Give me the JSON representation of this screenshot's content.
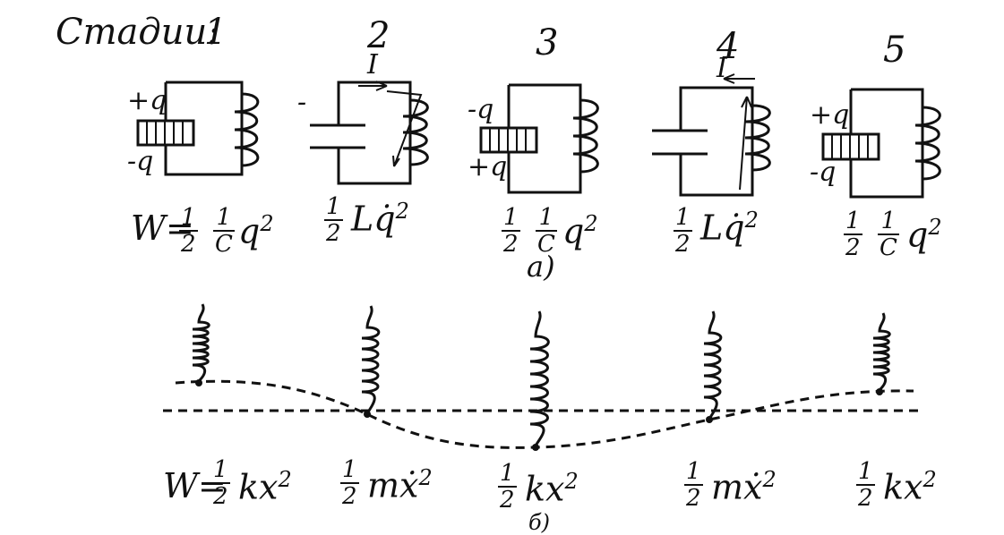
{
  "header": {
    "stages_label": "Стадии:",
    "stage_numbers": [
      "1",
      "2",
      "3",
      "4",
      "5"
    ]
  },
  "circuits": {
    "charge_pos": "+q",
    "charge_neg": "-q",
    "minus_sign": "-",
    "current_label": "I",
    "energy_prefix": "W=",
    "frac_num": "1",
    "frac_den_2": "2",
    "frac_den_c": "C",
    "q_sq": "q",
    "l_qdot_sq": "Lq̇",
    "exp": "2",
    "panel_label": "а)"
  },
  "springs": {
    "energy_prefix": "W=",
    "frac_num": "1",
    "frac_den_2": "2",
    "kx_sq": "kx",
    "mxdot_sq": "mẋ",
    "exp": "2",
    "panel_label": "б)"
  }
}
